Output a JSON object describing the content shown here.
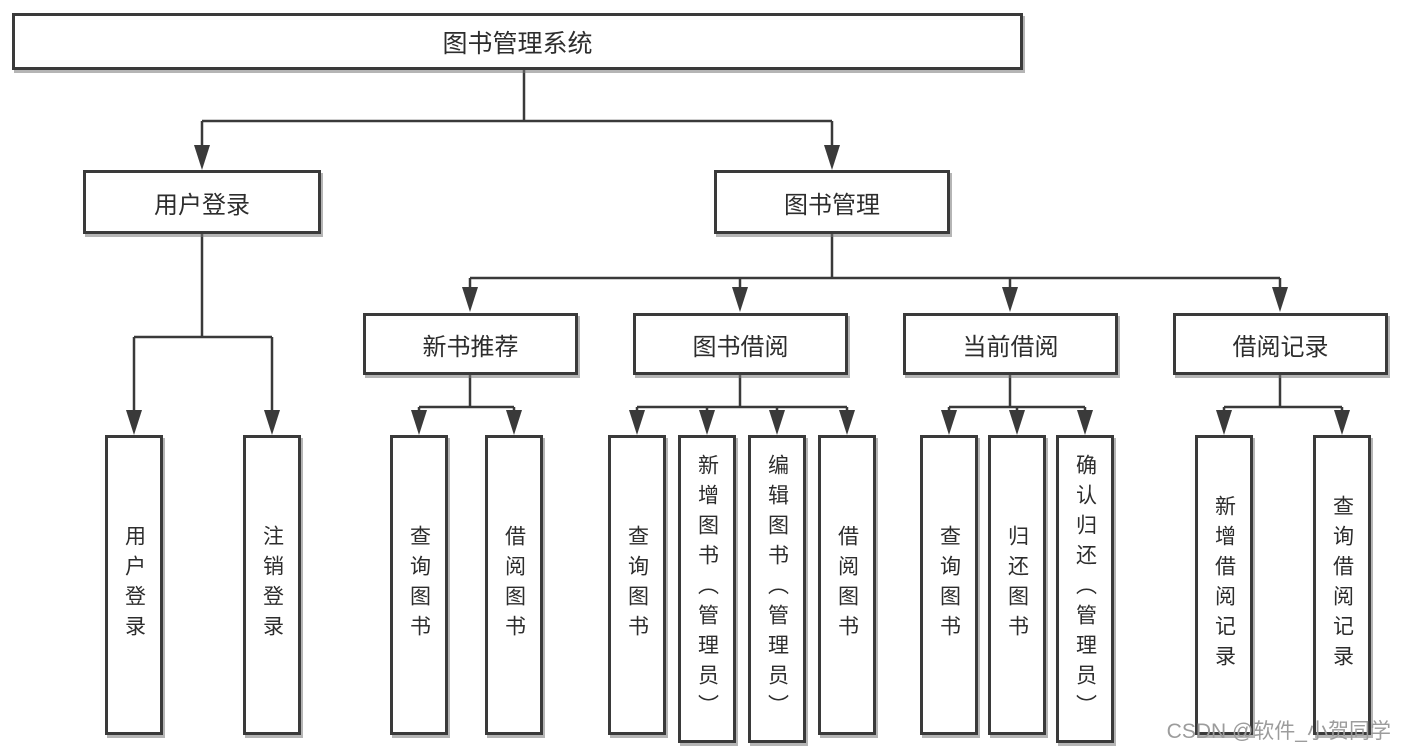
{
  "diagram_title": "图书管理系统",
  "tree": {
    "root": {
      "label": "图书管理系统",
      "children": [
        {
          "label": "用户登录",
          "children": [
            {
              "label": "用户登录"
            },
            {
              "label": "注销登录"
            }
          ]
        },
        {
          "label": "图书管理",
          "children": [
            {
              "label": "新书推荐",
              "children": [
                {
                  "label": "查询图书"
                },
                {
                  "label": "借阅图书"
                }
              ]
            },
            {
              "label": "图书借阅",
              "children": [
                {
                  "label": "查询图书"
                },
                {
                  "label": "新增图书（管理员）"
                },
                {
                  "label": "编辑图书（管理员）"
                },
                {
                  "label": "借阅图书"
                }
              ]
            },
            {
              "label": "当前借阅",
              "children": [
                {
                  "label": "查询图书"
                },
                {
                  "label": "归还图书"
                },
                {
                  "label": "确认归还（管理员）"
                }
              ]
            },
            {
              "label": "借阅记录",
              "children": [
                {
                  "label": "新增借阅记录"
                },
                {
                  "label": "查询借阅记录"
                }
              ]
            }
          ]
        }
      ]
    }
  },
  "watermark": "CSDN @软件_小贺同学",
  "colors": {
    "line": "#3a3a3a",
    "text": "#2d2d2d",
    "watermark_text": "#9c9c9c",
    "background": "#ffffff"
  }
}
